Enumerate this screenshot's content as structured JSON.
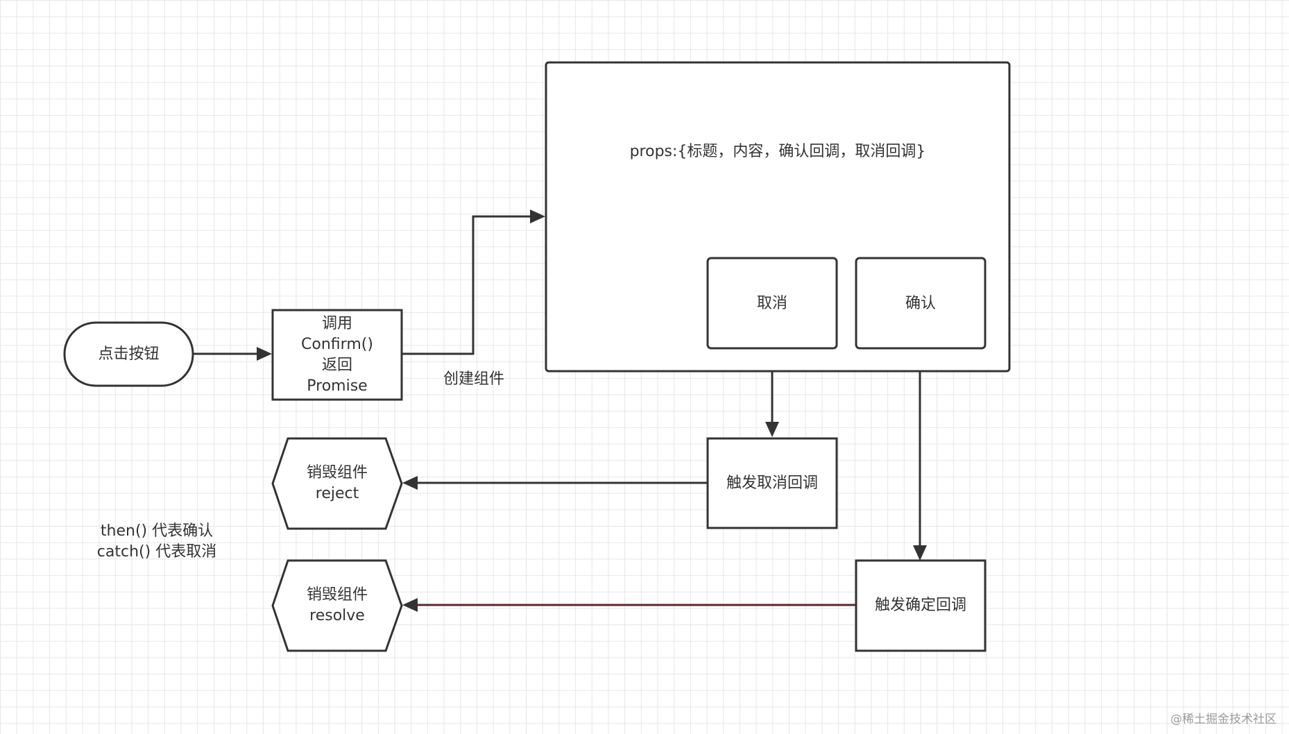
{
  "nodes": {
    "start": {
      "text": "点击按钮"
    },
    "call_confirm": {
      "lines": [
        "调用",
        "Confirm()",
        "返回",
        "Promise"
      ]
    },
    "component_container": {
      "text": "props:{标题，内容，确认回调，取消回调}"
    },
    "cancel_button": {
      "text": "取消"
    },
    "confirm_button": {
      "text": "确认"
    },
    "trigger_cancel": {
      "text": "触发取消回调"
    },
    "trigger_confirm": {
      "text": "触发确定回调"
    },
    "destroy_reject": {
      "lines": [
        "销毁组件",
        "reject"
      ]
    },
    "destroy_resolve": {
      "lines": [
        "销毁组件",
        "resolve"
      ]
    }
  },
  "edge_labels": {
    "create_component": "创建组件"
  },
  "note": {
    "lines": [
      "then() 代表确认",
      "catch() 代表取消"
    ]
  },
  "watermark": "@稀土掘金技术社区",
  "colors": {
    "stroke": "#333333",
    "grid": "#e6e6e6",
    "resolve_edge": "#5a2a2a"
  }
}
